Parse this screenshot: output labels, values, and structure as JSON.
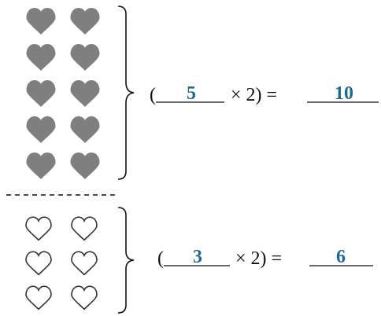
{
  "colors": {
    "filled_heart": "#7f7f7f",
    "outline_heart": "#333333",
    "answer": "#1f6a8f",
    "ink": "#111111"
  },
  "groups": [
    {
      "heart_style": "filled",
      "rows": 5,
      "columns": 2,
      "equation": {
        "open": "(",
        "factor": "5",
        "times_two": "× 2) =",
        "product": "10"
      }
    },
    {
      "heart_style": "outline",
      "rows": 3,
      "columns": 2,
      "equation": {
        "open": "(",
        "factor": "3",
        "times_two": "× 2) =",
        "product": "6"
      }
    }
  ]
}
